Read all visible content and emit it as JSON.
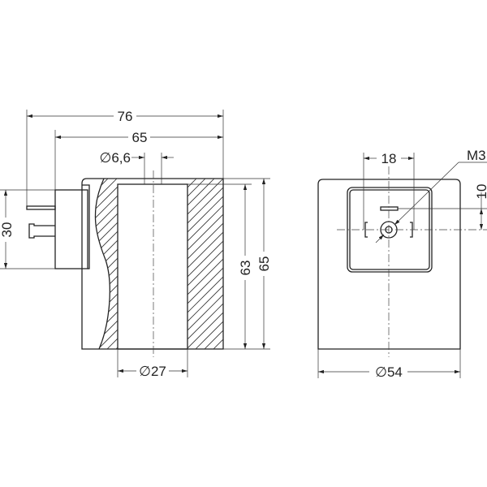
{
  "side_view": {
    "dim_overall_width": "76",
    "dim_body_width": "65",
    "dim_pin_diameter": "∅6,6",
    "dim_connector_height": "30",
    "dim_bore_length": "63",
    "dim_body_height": "65",
    "dim_bore_diameter": "∅27"
  },
  "front_view": {
    "dim_pin_spacing": "18",
    "dim_thread": "M3",
    "dim_pin_offset": "10",
    "dim_body_diameter": "∅54"
  }
}
